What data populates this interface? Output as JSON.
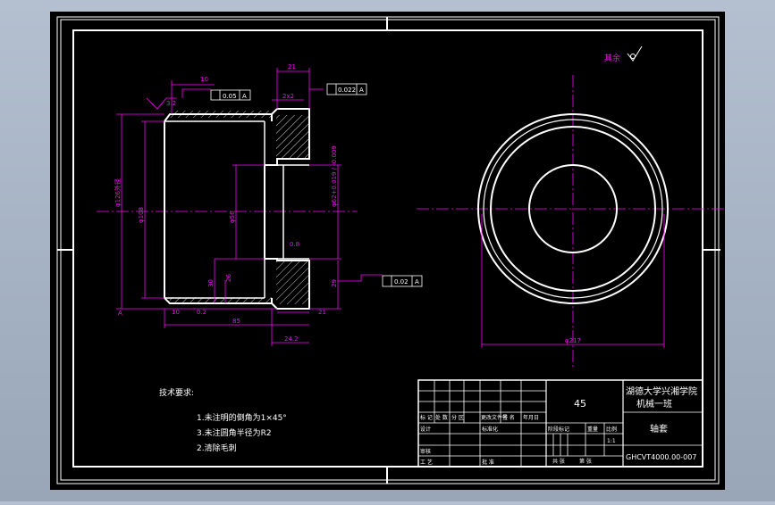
{
  "colors": {
    "paper": "#000000",
    "outer_bg": "#a6b2c4",
    "frame": "#ffffff",
    "dimension": "#ff00ff",
    "centerline": "#ff00ff",
    "hatch": "#ffffff",
    "text": "#ffffff"
  },
  "roughness_note": {
    "label": "其余",
    "symbol": "roughness-check-icon"
  },
  "dimensions": {
    "top_left_10": "10",
    "top_21": "21",
    "groove_2x2": "2x2",
    "surface_32": "3.2",
    "tol_flat": "0.05",
    "tol_flat_ref": "A",
    "tol_perp": "0.022",
    "tol_perp_ref": "A",
    "dia_outer_bore": "φ126外径",
    "dia_108": "φ108",
    "dia_56": "φ56",
    "dia_right": "φ62+0.019 / -0.009",
    "surface_08": "0.8",
    "len_30": "30",
    "len_26": "26",
    "len_29": "29",
    "tol_right": "0.02",
    "tol_right_ref": "A",
    "datum_a": "A",
    "bottom_10": "10",
    "bottom_02": "0.2",
    "bottom_21": "21",
    "len_85": "85",
    "len_242": "24.2",
    "dia_217": "φ217"
  },
  "tech_requirements": {
    "title": "技术要求:",
    "items": [
      "1.未注明的倒角为1×45°",
      "3.未注圆角半径为R2",
      "2.清除毛刺"
    ]
  },
  "title_block": {
    "material": "45",
    "school_line1": "湖德大学兴湘学院",
    "school_line2": "机械一班",
    "part_name": "轴套",
    "drawing_no": "GHCVT4000.00-007",
    "row_labels": [
      "标 记",
      "处 数",
      "分 区",
      "更改文件号",
      "签 名",
      "年月日"
    ],
    "design": "设计",
    "standardize": "标准化",
    "review": "审核",
    "process": "工 艺",
    "approve": "批 准",
    "stage_mark": "阶段标记",
    "weight": "重量",
    "scale": "比例",
    "sheets": "共 张",
    "sheet_no": "第 张",
    "scale_val": "1:1"
  }
}
